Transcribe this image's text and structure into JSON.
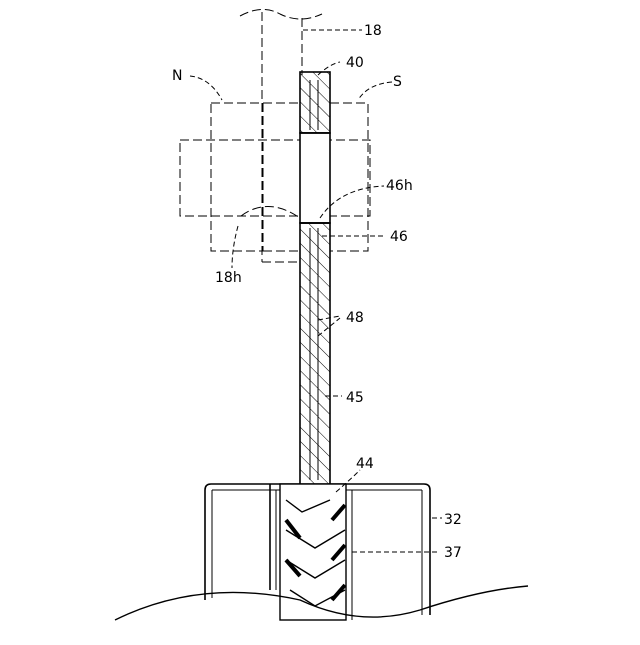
{
  "figure": {
    "labels": {
      "l18": "18",
      "l40": "40",
      "lN": "N",
      "lS": "S",
      "l46h": "46h",
      "l46": "46",
      "l18h": "18h",
      "l48": "48",
      "l45": "45",
      "l44": "44",
      "l32": "32",
      "l37": "37"
    }
  }
}
